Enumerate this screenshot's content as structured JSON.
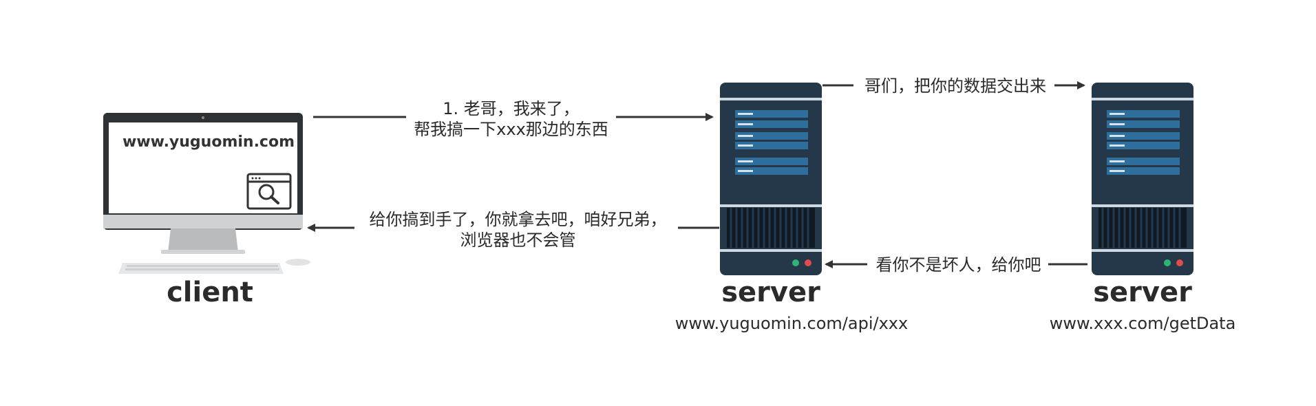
{
  "client": {
    "screen_url": "www.yuguomin.com",
    "label": "client",
    "icon": "desktop-computer-icon"
  },
  "proxy_server": {
    "label": "server",
    "url": "www.yuguomin.com/api/xxx",
    "icon": "server-rack-icon"
  },
  "target_server": {
    "label": "server",
    "url": "www.xxx.com/getData",
    "icon": "server-rack-icon"
  },
  "messages": {
    "client_to_proxy_line1": "1. 老哥，我来了，",
    "client_to_proxy_line2": "帮我搞一下xxx那边的东西",
    "proxy_to_target": "哥们，把你的数据交出来",
    "target_to_proxy": "看你不是坏人，给你吧",
    "proxy_to_client_line1": "给你搞到手了，你就拿去吧，咱好兄弟，",
    "proxy_to_client_line2": "浏览器也不会管"
  },
  "colors": {
    "server_body": "#24384a",
    "server_panel": "#2e6f9e",
    "arrow": "#333333"
  }
}
